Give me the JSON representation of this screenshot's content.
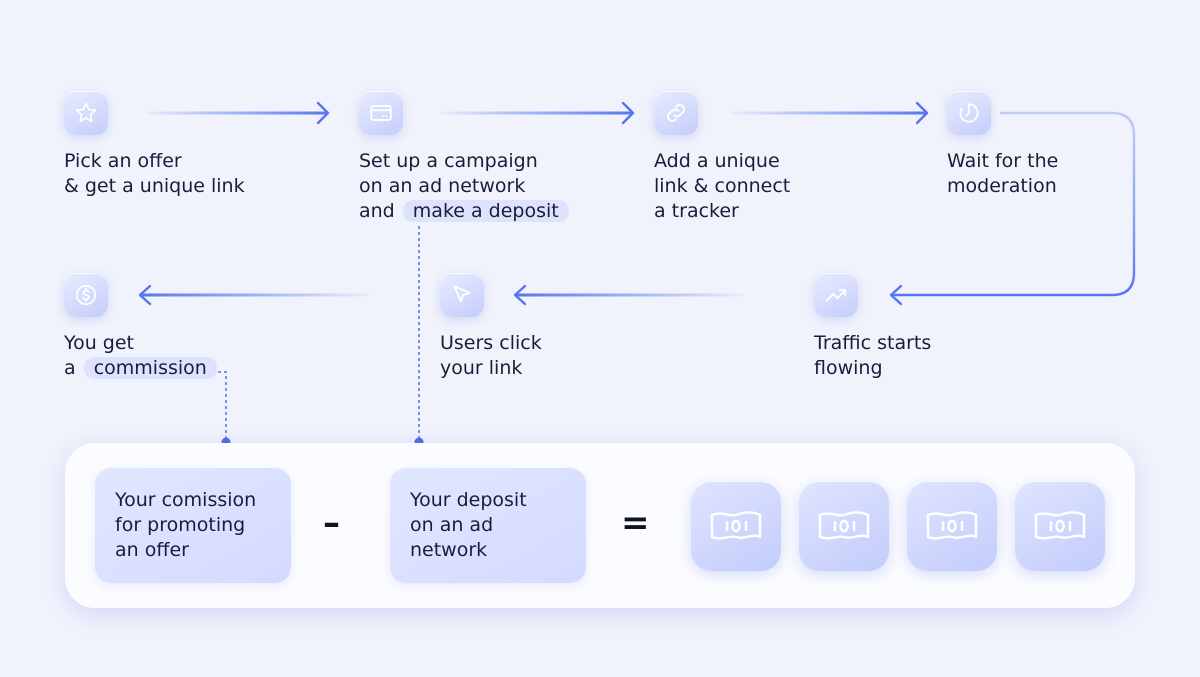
{
  "steps": [
    {
      "id": "pick-offer",
      "icon": "star-icon",
      "lines": [
        "Pick an offer",
        "& get a unique link"
      ]
    },
    {
      "id": "set-up-campaign",
      "icon": "credit-card-icon",
      "lines": [
        "Set up a campaign",
        "on an ad network",
        "and"
      ],
      "highlight": "make a deposit"
    },
    {
      "id": "add-link",
      "icon": "link-icon",
      "lines": [
        "Add a unique",
        "link & connect",
        "a tracker"
      ]
    },
    {
      "id": "wait-moderation",
      "icon": "timer-icon",
      "lines": [
        "Wait for the",
        "moderation"
      ]
    },
    {
      "id": "traffic-starts",
      "icon": "trending-up-icon",
      "lines": [
        "Traffic starts",
        "flowing"
      ]
    },
    {
      "id": "users-click",
      "icon": "cursor-icon",
      "lines": [
        "Users click",
        "your link"
      ]
    },
    {
      "id": "you-get-commission",
      "icon": "dollar-coin-icon",
      "lines": [
        "You get",
        "a"
      ],
      "highlight": "commission"
    }
  ],
  "formula": {
    "term1": [
      "Your comission",
      "for promoting",
      "an offer"
    ],
    "minus": "–",
    "term2": [
      "Your deposit",
      "on an ad",
      "network"
    ],
    "equals": "=",
    "result_icon": "money-bill-icon",
    "result_count": 4
  },
  "colors": {
    "background": "#f1f3fc",
    "accent": "#5676ee",
    "text": "#1a1d3a",
    "highlight": "#dde3fd"
  }
}
